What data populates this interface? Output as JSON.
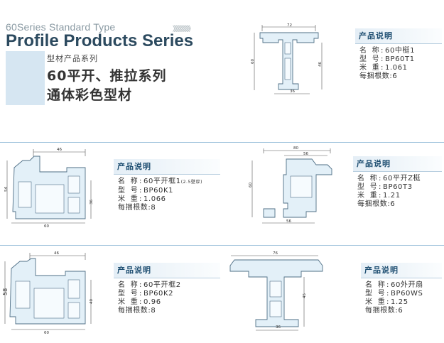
{
  "header": {
    "series_en": "60Series Standard Type",
    "chevrons": "》》》》》》》》",
    "title_en": "Profile Products Series",
    "subtitle_cn": "型材产品系列",
    "title_cn_1": "60平开、推拉系列",
    "title_cn_2": "通体彩色型材"
  },
  "labels": {
    "heading": "产品说明",
    "name": "名 称:",
    "model": "型 号:",
    "weight": "米 重:",
    "bundle": "每捆根数:"
  },
  "products": [
    {
      "name": "60中梃1",
      "name_note": "",
      "model": "BP60T1",
      "weight": "1.061",
      "bundle": "6",
      "dims": {
        "width": "72",
        "height": "60",
        "inner": "46",
        "bottom": "36"
      }
    },
    {
      "name": "60平开框1",
      "name_note": "(2.5壁厚)",
      "model": "BP60K1",
      "weight": "1.066",
      "bundle": "8",
      "dims": {
        "top": "46",
        "height": "54",
        "inner": "36",
        "bottom": "60"
      }
    },
    {
      "name": "60平开Z梃",
      "name_note": "",
      "model": "BP60T3",
      "weight": "1.21",
      "bundle": "6",
      "dims": {
        "top": "80",
        "top2": "56",
        "height": "60",
        "bottom": "56"
      }
    },
    {
      "name": "60平开框2",
      "name_note": "",
      "model": "BP60K2",
      "weight": "0.96",
      "bundle": "8",
      "dims": {
        "top": "46",
        "height": "58",
        "inner": "40",
        "bottom": "60"
      }
    },
    {
      "name": "60外开扇",
      "name_note": "",
      "model": "BP60WS",
      "weight": "1.25",
      "bundle": "6",
      "dims": {
        "top": "76",
        "inner": "45",
        "bottom": "36"
      }
    }
  ]
}
